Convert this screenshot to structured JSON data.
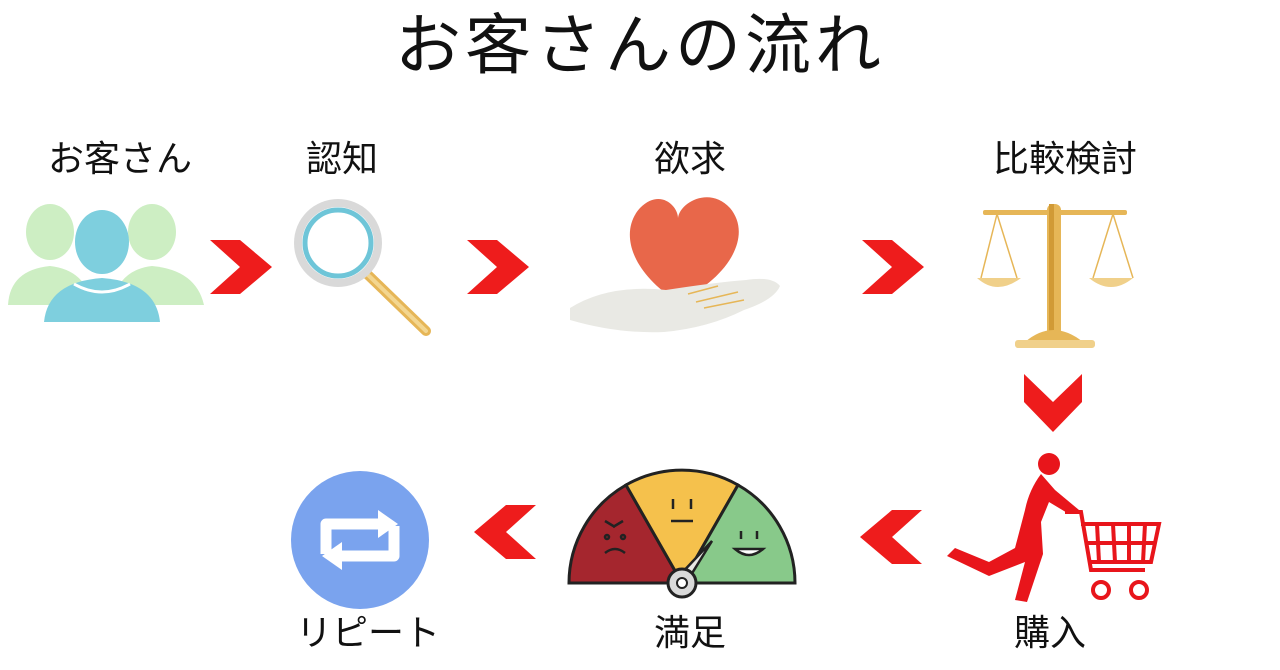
{
  "title": "お客さんの流れ",
  "steps": [
    {
      "label": "お客さん",
      "icon": "people-icon"
    },
    {
      "label": "認知",
      "icon": "magnifier-icon"
    },
    {
      "label": "欲求",
      "icon": "heart-in-hand-icon"
    },
    {
      "label": "比較検討",
      "icon": "balance-scale-icon"
    },
    {
      "label": "購入",
      "icon": "shopping-cart-runner-icon"
    },
    {
      "label": "満足",
      "icon": "satisfaction-gauge-icon"
    },
    {
      "label": "リピート",
      "icon": "repeat-icon"
    }
  ],
  "colors": {
    "arrow": "#ee1c1c",
    "people_front": "#7ecfde",
    "people_back": "#cdeec3",
    "heart": "#e8674a",
    "scale": "#e6b657",
    "runner": "#e8151b",
    "gauge_red": "#a5262e",
    "gauge_yellow": "#f5c14c",
    "gauge_green": "#88c98a",
    "repeat": "#7aa3ee"
  }
}
